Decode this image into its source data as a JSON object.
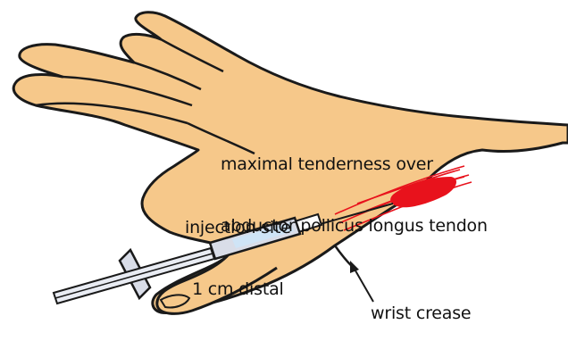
{
  "labels": {
    "tenderness_line1": "maximal tenderness over",
    "tenderness_line2": "abductor pollicus longus tendon",
    "injection_line1": "injection site",
    "injection_line2": "1 cm distal",
    "wrist_crease": "wrist crease"
  },
  "colors": {
    "skin": "#f6c88a",
    "outline": "#1a1a1a",
    "tenderness": "#e8121c",
    "syringe_barrel": "#d9dde8",
    "syringe_fluid": "#cfe4f6"
  }
}
